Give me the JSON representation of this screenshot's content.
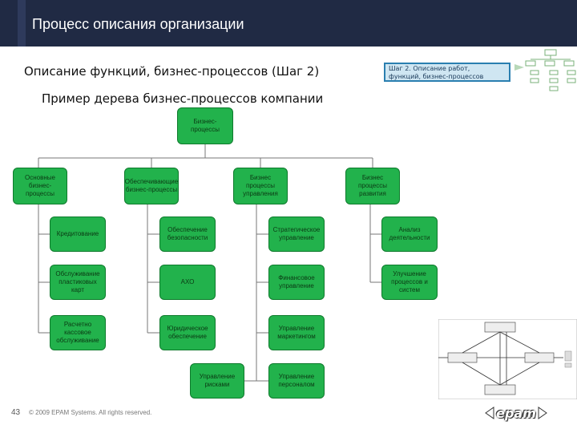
{
  "header": {
    "title": "Процесс описания организации"
  },
  "subtitle1": "Описание функций, бизнес-процессов (Шаг 2)",
  "subtitle2": "Пример дерева бизнес-процессов компании",
  "step_box": {
    "line1": "Шаг 2. Описание работ,",
    "line2": "функций, бизнес-процессов"
  },
  "tree": {
    "root": "Бизнес-процессы",
    "level1": [
      "Основные бизнес-процессы",
      "Обеспечивающие бизнес-процессы",
      "Бизнес процессы управления",
      "Бизнес процессы развития"
    ],
    "col1": [
      "Кредитование",
      "Обслуживание пластиковых карт",
      "Расчетно кассовое обслуживание"
    ],
    "col2": [
      "Обеспечение безопасности",
      "АХО",
      "Юридическое обеспечение",
      "Управление рисками"
    ],
    "col3": [
      "Стратегическое управление",
      "Финансовое управление",
      "Управление маркетингом",
      "Управление персоналом"
    ],
    "col4": [
      "Анализ деятельности",
      "Улучшение процессов и систем"
    ]
  },
  "footer": {
    "page": "43",
    "copyright": "© 2009 EPAM Systems. All rights reserved."
  },
  "logo": "epam",
  "colors": {
    "header": "#202a44",
    "node": "#22b24c",
    "node_border": "#0e7a2c"
  }
}
